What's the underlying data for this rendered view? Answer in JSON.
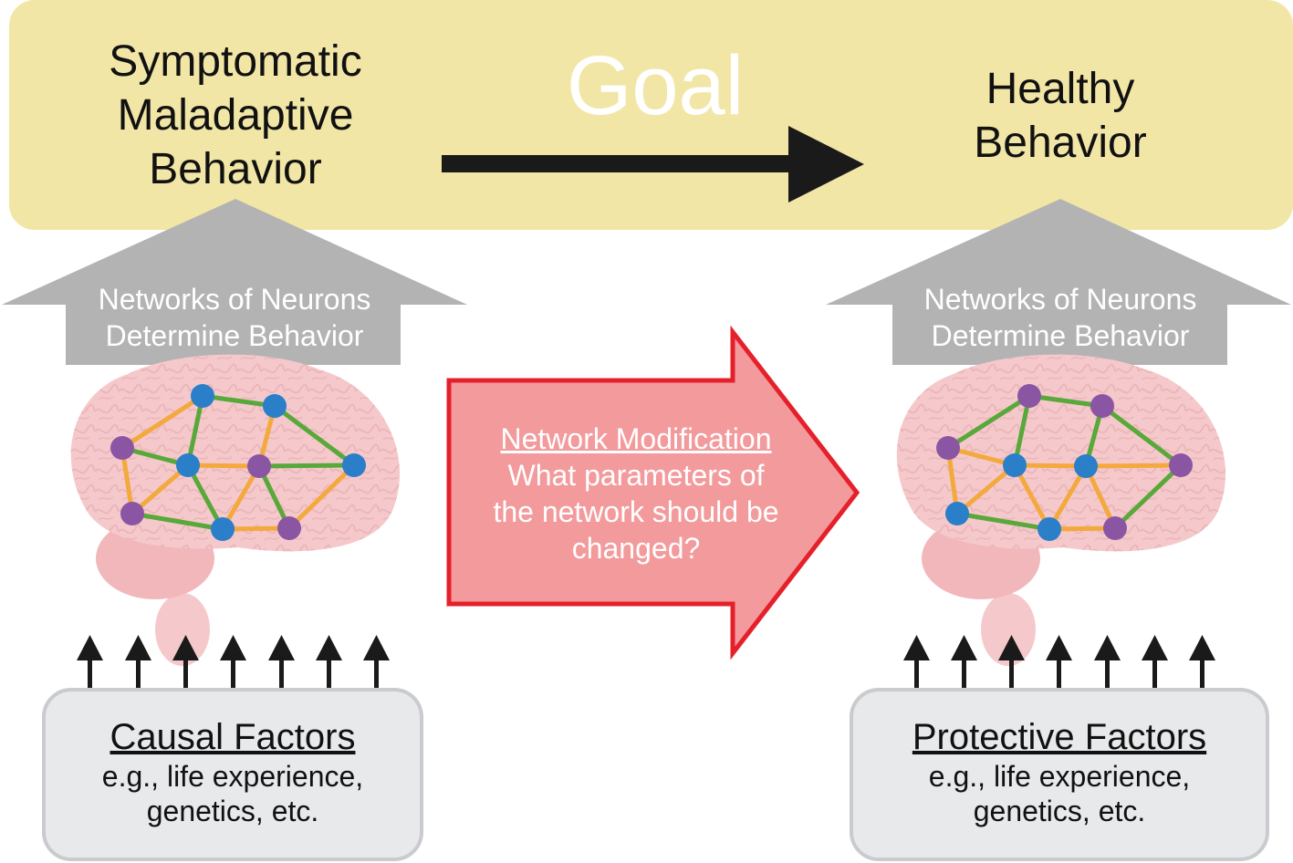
{
  "goal_bar": {
    "goal_label": "Goal",
    "left_lines": [
      "Symptomatic",
      "Maladaptive",
      "Behavior"
    ],
    "right_lines": [
      "Healthy",
      "Behavior"
    ]
  },
  "left_panel": {
    "arrow_lines": [
      "Networks of Neurons",
      "Determine Behavior"
    ],
    "factor_title": "Causal Factors",
    "factor_lines": [
      "e.g., life experience,",
      "genetics, etc."
    ]
  },
  "modification": {
    "title": "Network Modification",
    "lines": [
      "What parameters of",
      "the network should be",
      "changed?"
    ]
  },
  "right_panel": {
    "arrow_lines": [
      "Networks of Neurons",
      "Determine Behavior"
    ],
    "factor_title": "Protective Factors",
    "factor_lines": [
      "e.g., life experience,",
      "genetics, etc."
    ]
  },
  "colors": {
    "goal_bar": "#f2e6a6",
    "gray_arrow": "#b3b3b3",
    "red_arrow_fill": "#f39a9c",
    "red_arrow_stroke": "#e5202b",
    "factor_box": "#e8e9eb",
    "node_blue": "#2a7fc8",
    "node_purple": "#8a56a3",
    "edge_green": "#58a83a",
    "edge_orange": "#f3a93d"
  }
}
